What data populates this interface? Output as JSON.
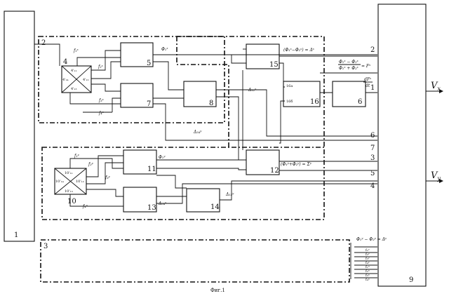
{
  "caption": "Фиг.1",
  "outputs": {
    "vx": "V",
    "vx_sub": "x",
    "vy": "V",
    "vy_sub": "y"
  },
  "blocks": {
    "b1": "1",
    "b2": "2",
    "b3": "3",
    "b4": "4",
    "b5": "5",
    "b6": "6",
    "b7": "7",
    "b8": "8",
    "b9": "9",
    "b10": "10",
    "b11": "11",
    "b12": "12",
    "b13": "13",
    "b14": "14",
    "b15": "15",
    "b16": "16",
    "p16a": "16a",
    "p16b": "16б"
  },
  "line_numbers": {
    "n2": "2",
    "n1": "1",
    "n6": "6",
    "n7": "7",
    "n3": "3",
    "n5": "5",
    "n4": "4"
  },
  "formulas": {
    "f_top": "(Φ₁ˣ−Φ₂ˣ) = Δˣ",
    "f_mid": "(Φ₁ʸ+Φ₂ʸ) = Σʸ",
    "f_ratio_num": "Φ₁ˣ − Φ₂ˣ",
    "f_ratio_den": "Φ₁ˣ + Φ₂ˣ",
    "f_ratio_eq": "= Fˣ",
    "deriv_num": "dFˣ",
    "deriv_den": "dt",
    "f_bottom": "Φ₁ʸ − Φ₂ʸ = Δʸ"
  },
  "signals": {
    "phi1x": "Φ₁ˣ",
    "phi2x": "Φ₂ˣ",
    "phi1y": "Φ₁ʸ",
    "phi2y": "Φ₂ʸ",
    "d12x": "Δ₁₂ˣ",
    "d34y": "Δ₃₄ʸ",
    "d34x": "Δ₃₄ˣ",
    "d12y": "Δ₁₂ʸ",
    "f1x": "f₁ˣ",
    "f2x": "f₂ˣ",
    "f3x": "f₃ˣ",
    "f4x": "f₄ˣ",
    "f1y": "f₁ʸ",
    "f2y": "f₂ʸ",
    "f3y": "f₃ʸ",
    "f4y": "f₄ʸ"
  },
  "sensor_labels": {
    "x1": "4'₁₁",
    "x2": "4'₁₂",
    "x3": "4'₁₃",
    "x4": "4'₁₄",
    "y1": "10'₁₁",
    "y2": "10'₁₂",
    "y3": "10'₁₃",
    "y4": "10'₁₄"
  },
  "bus_labels": [
    "f₁ʸ",
    "f₂ʸ",
    "f₃ʸ",
    "f₄ʸ",
    "f₁ˣ",
    "f₂ˣ",
    "f₃ˣ",
    "f₄ˣ"
  ]
}
